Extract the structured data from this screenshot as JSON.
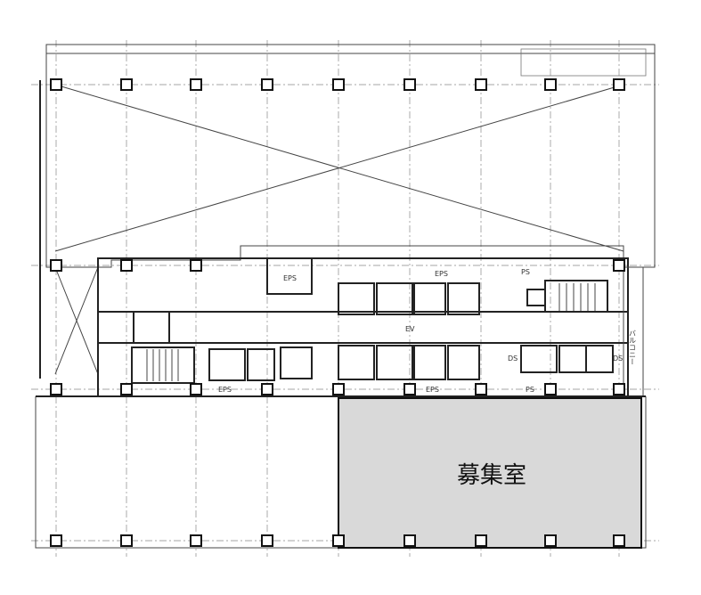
{
  "plan": {
    "highlight_room": "募集室",
    "highlight_fill": "#d9d9d9",
    "labels": {
      "ps": "PS",
      "ds": "DS",
      "eps": "EPS",
      "ev": "EV",
      "balcony": "バルコニー"
    }
  }
}
